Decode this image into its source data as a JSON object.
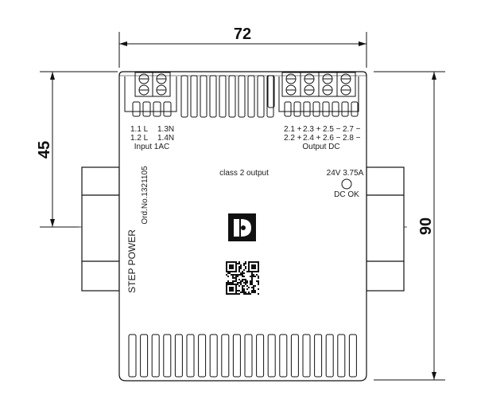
{
  "dimensions": {
    "width_label": "72",
    "height_label": "90",
    "partial_height_label": "45"
  },
  "terminals_input": {
    "row1_left": "1.1 L",
    "row1_right": "1.3N",
    "row2_left": "1.2 L",
    "row2_right": "1.4N",
    "caption": "Input 1AC"
  },
  "terminals_output": {
    "row1": [
      "2.1 +",
      "2.3 +",
      "2.5 −",
      "2.7 −"
    ],
    "row2": [
      "2.2 +",
      "2.4 +",
      "2.6 −",
      "2.8 −"
    ],
    "caption": "Output DC"
  },
  "front": {
    "class_label": "class 2 output",
    "rating": "24V 3.75A",
    "led_label": "DC OK",
    "product_name": "STEP POWER",
    "order_number": "Ord.No.1321105"
  },
  "icons": {
    "logo": "phoenix-contact-logo-icon",
    "qr": "qr-code-icon",
    "led": "dc-ok-led-icon"
  }
}
